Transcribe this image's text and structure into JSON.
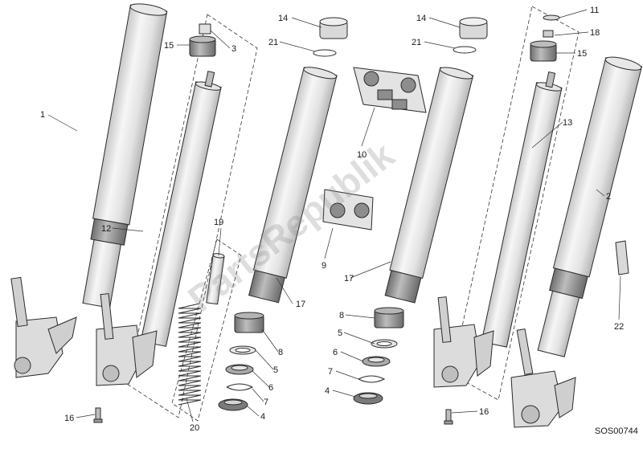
{
  "diagram": {
    "drawing_code": "SOS00744",
    "watermark": "PartsRepublik",
    "callouts": [
      "1",
      "2",
      "3",
      "4",
      "4",
      "5",
      "5",
      "6",
      "6",
      "7",
      "7",
      "8",
      "8",
      "9",
      "10",
      "11",
      "12",
      "13",
      "14",
      "14",
      "15",
      "15",
      "16",
      "16",
      "17",
      "17",
      "18",
      "19",
      "20",
      "21",
      "21",
      "22"
    ]
  },
  "colors": {
    "outline": "#2a2a2a",
    "tube_fill": "#f1f1f1",
    "shade": "#c9c9c9",
    "dark": "#8e8e8e",
    "background": "#ffffff"
  }
}
